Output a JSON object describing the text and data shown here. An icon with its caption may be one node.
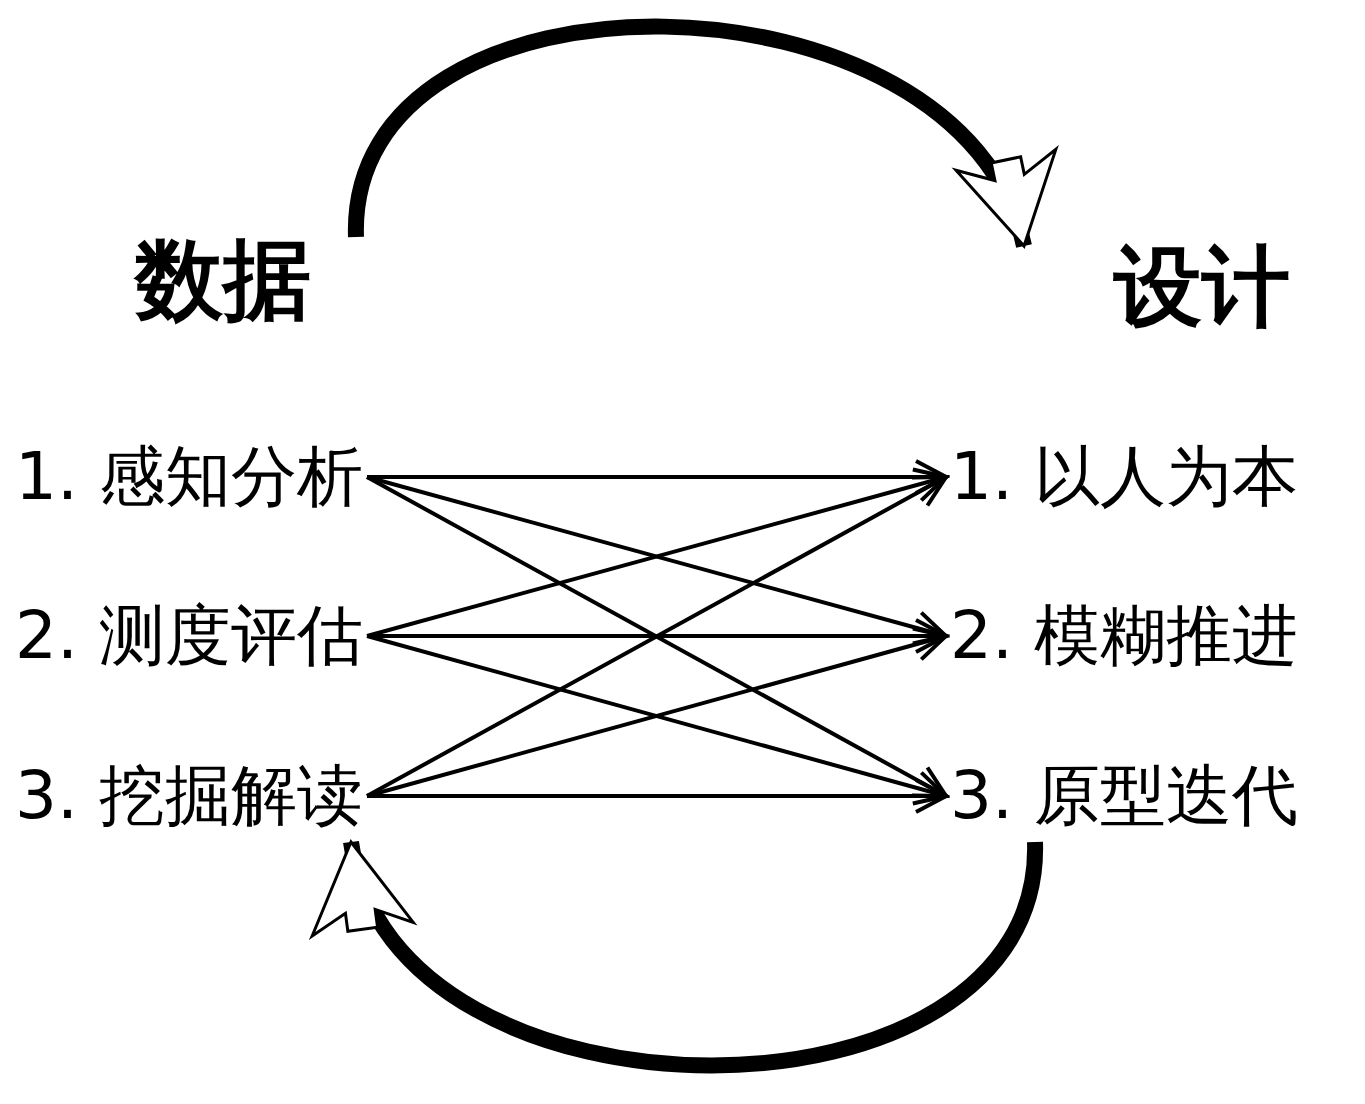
{
  "diagram": {
    "nodes": [
      {
        "text": [
          "数据"
        ]
      },
      {
        "text": [
          "设计"
        ]
      },
      {
        "text": [
          "1. 感知分析"
        ]
      },
      {
        "text": [
          "2. 测度评估"
        ]
      },
      {
        "text": [
          "3. 挖掘解读"
        ]
      },
      {
        "text": [
          "1. 以人为本"
        ]
      },
      {
        "text": [
          "2. 模糊推进"
        ]
      },
      {
        "text": [
          "3. 原型迭代"
        ]
      }
    ],
    "edges": [
      {
        "from": 0,
        "to": 1,
        "arrow": "to",
        "style": "thick"
      },
      {
        "from": 7,
        "to": 4,
        "arrow": "to",
        "style": "thick"
      },
      {
        "from": 2,
        "to": 5,
        "arrow": "to"
      },
      {
        "from": 2,
        "to": 6,
        "arrow": "to"
      },
      {
        "from": 2,
        "to": 7,
        "arrow": "to"
      },
      {
        "from": 3,
        "to": 5,
        "arrow": "to"
      },
      {
        "from": 3,
        "to": 6,
        "arrow": "to"
      },
      {
        "from": 3,
        "to": 7,
        "arrow": "to"
      },
      {
        "from": 4,
        "to": 5,
        "arrow": "to"
      },
      {
        "from": 4,
        "to": 6,
        "arrow": "to"
      },
      {
        "from": 4,
        "to": 7,
        "arrow": "to"
      }
    ]
  }
}
